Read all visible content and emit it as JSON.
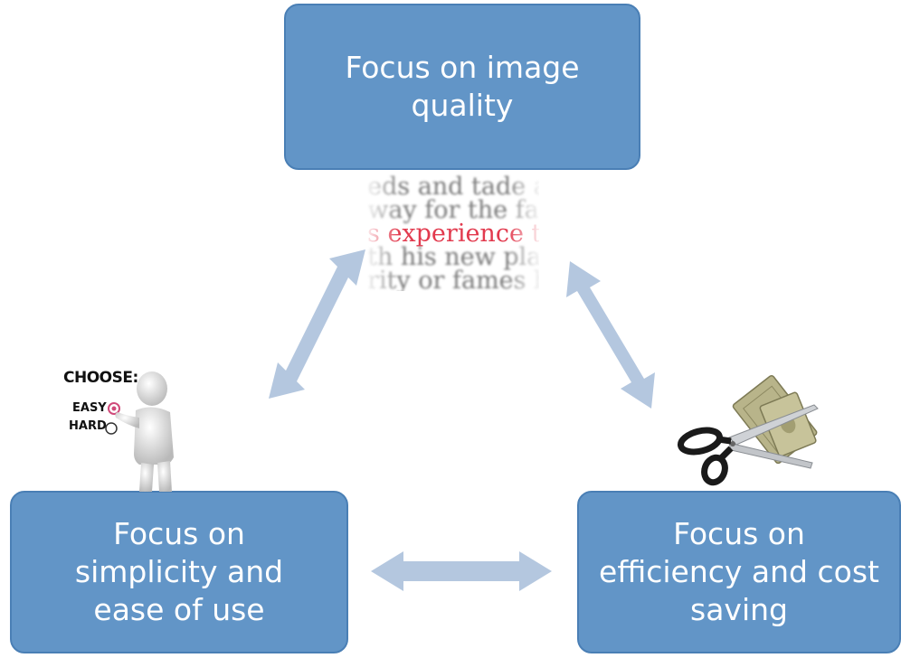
{
  "boxes": {
    "top": {
      "line1": "Focus on image",
      "line2": "quality"
    },
    "left": {
      "line1": "Focus on",
      "line2": "simplicity and",
      "line3": "ease of use"
    },
    "right": {
      "line1": "Focus on",
      "line2": "efficiency and cost",
      "line3": "saving"
    }
  },
  "text_image": {
    "line1": "eds and tade a",
    "line2": "way for the fa",
    "line3": "s experience  t",
    "line4": "th his new pla",
    "line5": "rity or fames b"
  },
  "choose_image": {
    "title": "CHOOSE:",
    "easy": "EASY",
    "hard": "HARD"
  },
  "colors": {
    "box_fill": "#6295c7",
    "box_border": "#4a7fb5",
    "box_text": "#ffffff",
    "arrow": "#b4c7df",
    "highlight_word": "#e23a4e"
  }
}
